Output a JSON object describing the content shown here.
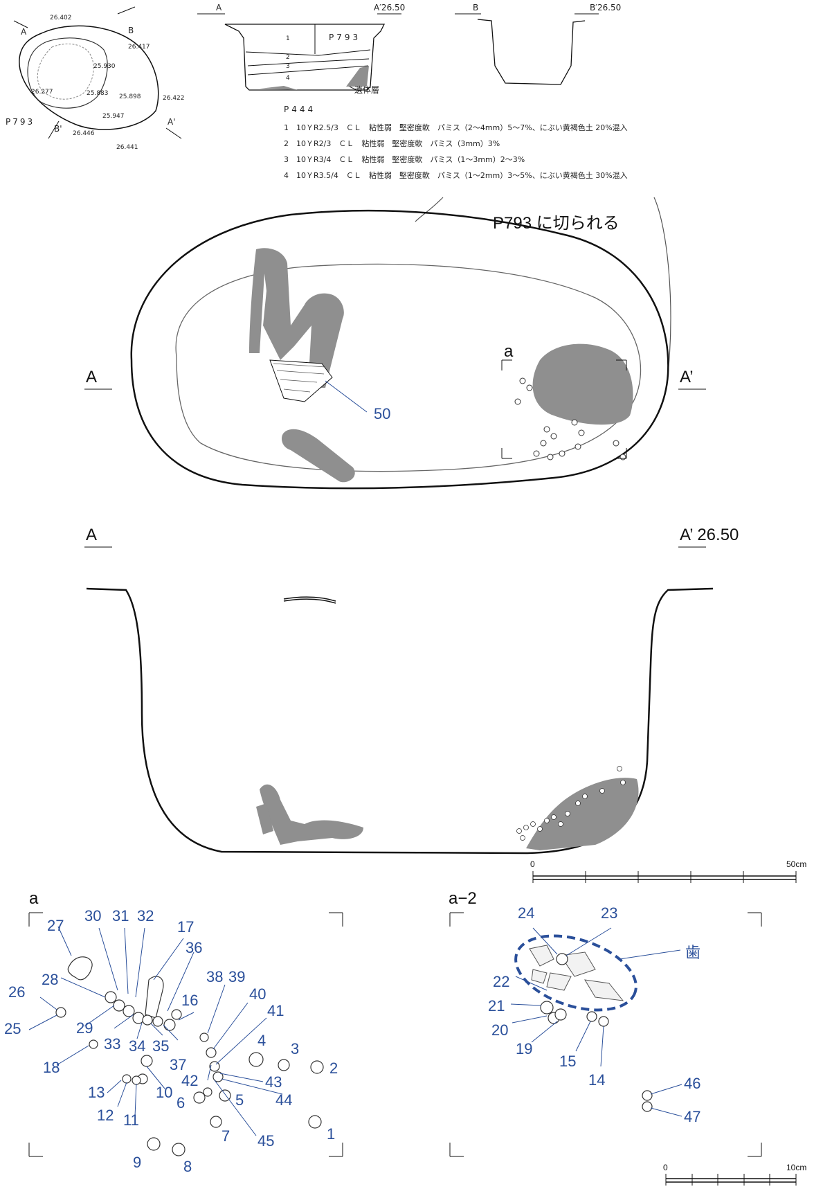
{
  "inset_plan": {
    "label": "P793",
    "elevations": [
      "26.402",
      "26.417",
      "25.930",
      "26.277",
      "25.883",
      "25.898",
      "26.422",
      "25.947",
      "26.446",
      "26.441"
    ],
    "section_marks": [
      "A",
      "A'",
      "B",
      "B'"
    ]
  },
  "inset_sections": {
    "a_label": "A",
    "a_end_label": "A′26.50",
    "b_label": "B",
    "b_end_label": "B′26.50",
    "fill_label": "P793",
    "layers": [
      "1",
      "2",
      "3",
      "4"
    ],
    "remains_layer": "遺体層"
  },
  "legend": {
    "title": "P444",
    "rows": [
      "1　10ＹR2.5/3　ＣＬ　粘性弱　堅密度軟　パミス（2～4mm）5～7%、にぶい黄褐色土 20%混入",
      "2　10ＹR2/3　ＣＬ　粘性弱　堅密度軟　パミス（3mm）3%",
      "3　10ＹR3/4　ＣＬ　粘性弱　堅密度軟　パミス（1～3mm）2～3%",
      "4　10ＹR3.5/4　ＣＬ　粘性弱　堅密度軟　パミス（1～2mm）3～5%、にぶい黄褐色土 30%混入"
    ]
  },
  "main_plan": {
    "cut_note": "P793 に切られる",
    "a_label": "A",
    "a_prime_label": "A’",
    "detail_label": "a",
    "find_number": "50"
  },
  "main_section": {
    "a_label": "A",
    "a_prime_label": "A’ 26.50"
  },
  "scale_50": {
    "start": "0",
    "end": "50cm"
  },
  "scale_10": {
    "start": "0",
    "end": "10cm"
  },
  "detail_a": {
    "title": "a",
    "numbers": [
      "1",
      "2",
      "3",
      "4",
      "5",
      "6",
      "7",
      "8",
      "9",
      "10",
      "11",
      "12",
      "13",
      "16",
      "17",
      "18",
      "25",
      "26",
      "27",
      "28",
      "29",
      "30",
      "31",
      "32",
      "33",
      "34",
      "35",
      "36",
      "37",
      "38",
      "39",
      "40",
      "41",
      "42",
      "43",
      "44",
      "45"
    ]
  },
  "detail_a2": {
    "title": "a−2",
    "teeth_label": "歯",
    "numbers": [
      "14",
      "15",
      "19",
      "20",
      "21",
      "22",
      "23",
      "24",
      "46",
      "47"
    ]
  },
  "colors": {
    "fill_gray": "#8f8f8f",
    "label_blue": "#2a4f9a",
    "line": "#111111"
  }
}
